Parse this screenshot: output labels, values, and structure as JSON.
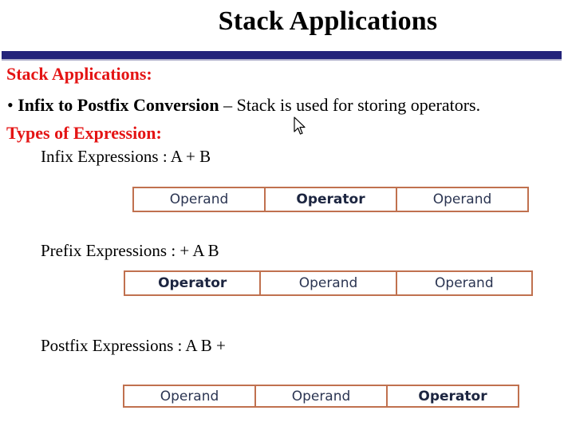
{
  "slide": {
    "title": "Stack Applications",
    "section_heading": "Stack Applications:",
    "bullet": {
      "marker": "•",
      "term": "Infix to Postfix Conversion",
      "separator": " – ",
      "description": "Stack is used for storing operators."
    },
    "types_heading": "Types of Expression:",
    "expressions": [
      {
        "label": "Infix Expressions : A + B",
        "cells": [
          "Operand",
          "Operator",
          "Operand"
        ]
      },
      {
        "label": "Prefix Expressions : + A B",
        "cells": [
          "Operator",
          "Operand",
          "Operand"
        ]
      },
      {
        "label": "Postfix Expressions : A B +",
        "cells": [
          "Operand",
          "Operand",
          "Operator"
        ]
      }
    ]
  },
  "colors": {
    "title_bar": "#23237a",
    "heading_red": "#e41414",
    "box_border": "#c0714f"
  },
  "icons": {
    "cursor": "mouse-pointer-icon"
  }
}
